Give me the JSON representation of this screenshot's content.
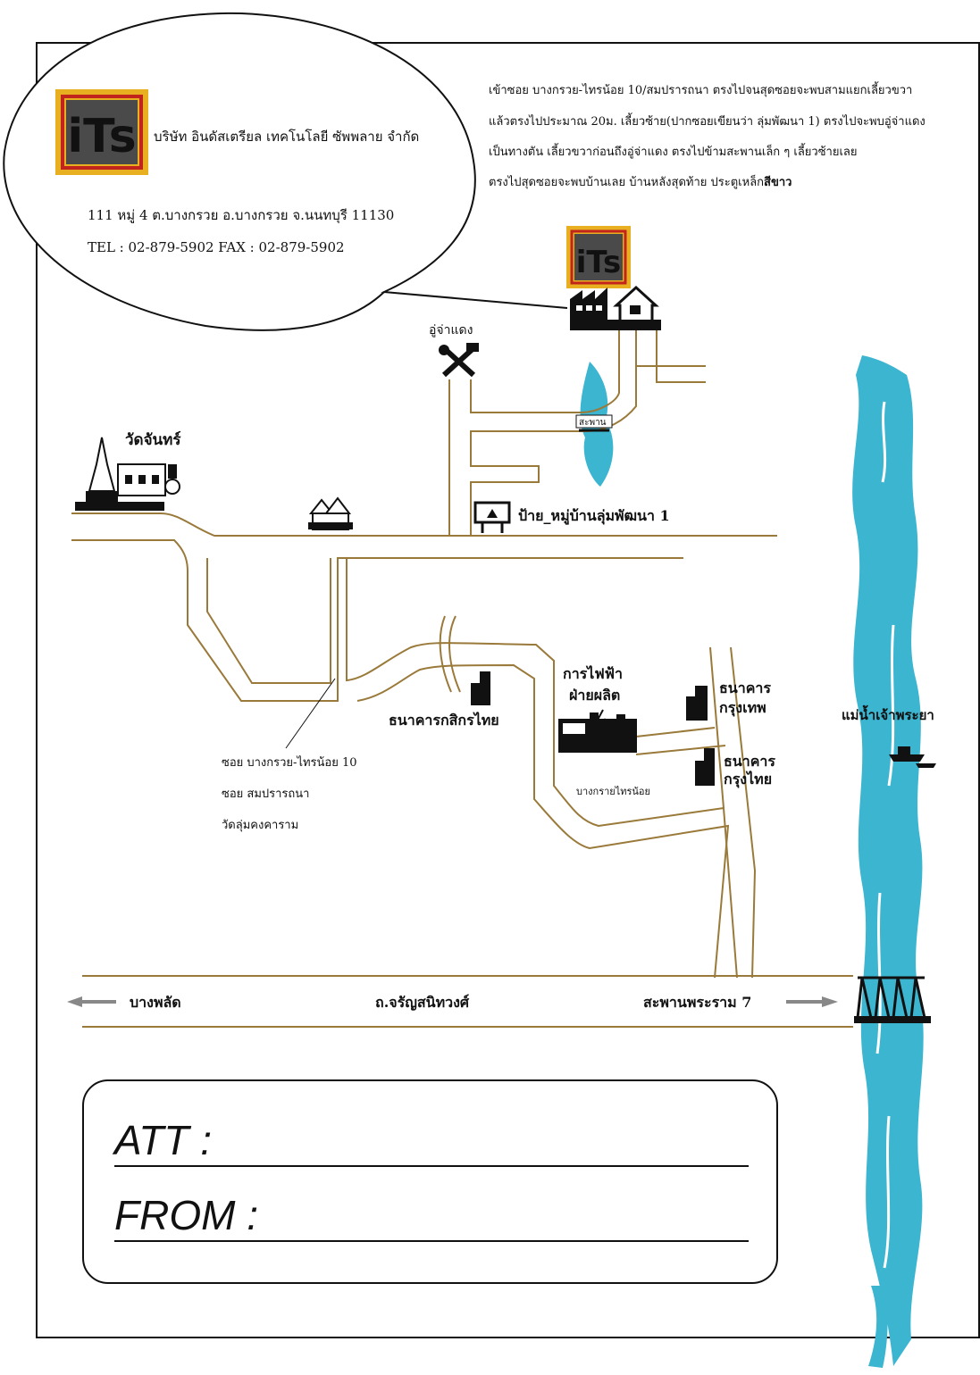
{
  "company": {
    "logo_text": "iTs",
    "name": "บริษัท อินดัสเตรียล เทคโนโลยี ซัพพลาย จำกัด",
    "address": "111 หมู่ 4 ต.บางกรวย อ.บางกรวย จ.นนทบุรี 11130",
    "contact": "TEL : 02-879-5902   FAX : 02-879-5902"
  },
  "directions": [
    "เข้าซอย บางกรวย-ไทรน้อย 10/สมปรารถนา ตรงไปจนสุดซอยจะพบสามแยกเลี้ยวขวา",
    "แล้วตรงไปประมาณ 20ม. เลี้ยวซ้าย(ปากซอยเขียนว่า ลุ่มพัฒนา 1) ตรงไปจะพบอู่จ่าแดง",
    "เป็นทางตัน เลี้ยวขวาก่อนถึงอู่จ่าแดง ตรงไปข้ามสะพานเล็ก ๆ เลี้ยวซ้ายเลย",
    "ตรงไปสุดซอยจะพบบ้านเลย บ้านหลังสุดท้าย ประตูเหล็ก",
    "สีขาว"
  ],
  "landmarks": {
    "garage": "อู่จ่าแดง",
    "bridge_small": "สะพาน",
    "temple": "วัดจันทร์",
    "village_sign": "ป้าย_หมู่บ้านลุ่มพัฒนา 1",
    "egat_line1": "การไฟฟ้า",
    "egat_line2": "ฝ่ายผลิต",
    "kbank": "ธนาคารกสิกรไทย",
    "bbl_line1": "ธนาคาร",
    "bbl_line2": "กรุงเทพ",
    "ktb_line1": "ธนาคาร",
    "ktb_line2": "กรุงไทย",
    "bangkruai_road": "บางกรายไทรน้อย",
    "river": "แม่น้ำเจ้าพระยา"
  },
  "soi_labels": [
    "ซอย บางกรวย-ไทรน้อย 10",
    "ซอย สมปรารถนา",
    "วัดลุ่มคงคาราม"
  ],
  "main_road": {
    "left": "บางพลัด",
    "center": "ถ.จรัญสนิทวงศ์",
    "right": "สะพานพระราม 7"
  },
  "form": {
    "att_label": "ATT :",
    "from_label": "FROM :"
  },
  "colors": {
    "road": "#9a7a3a",
    "river": "#3bb5d0",
    "logo_bg": "#e8b020",
    "logo_red": "#c0241c"
  }
}
